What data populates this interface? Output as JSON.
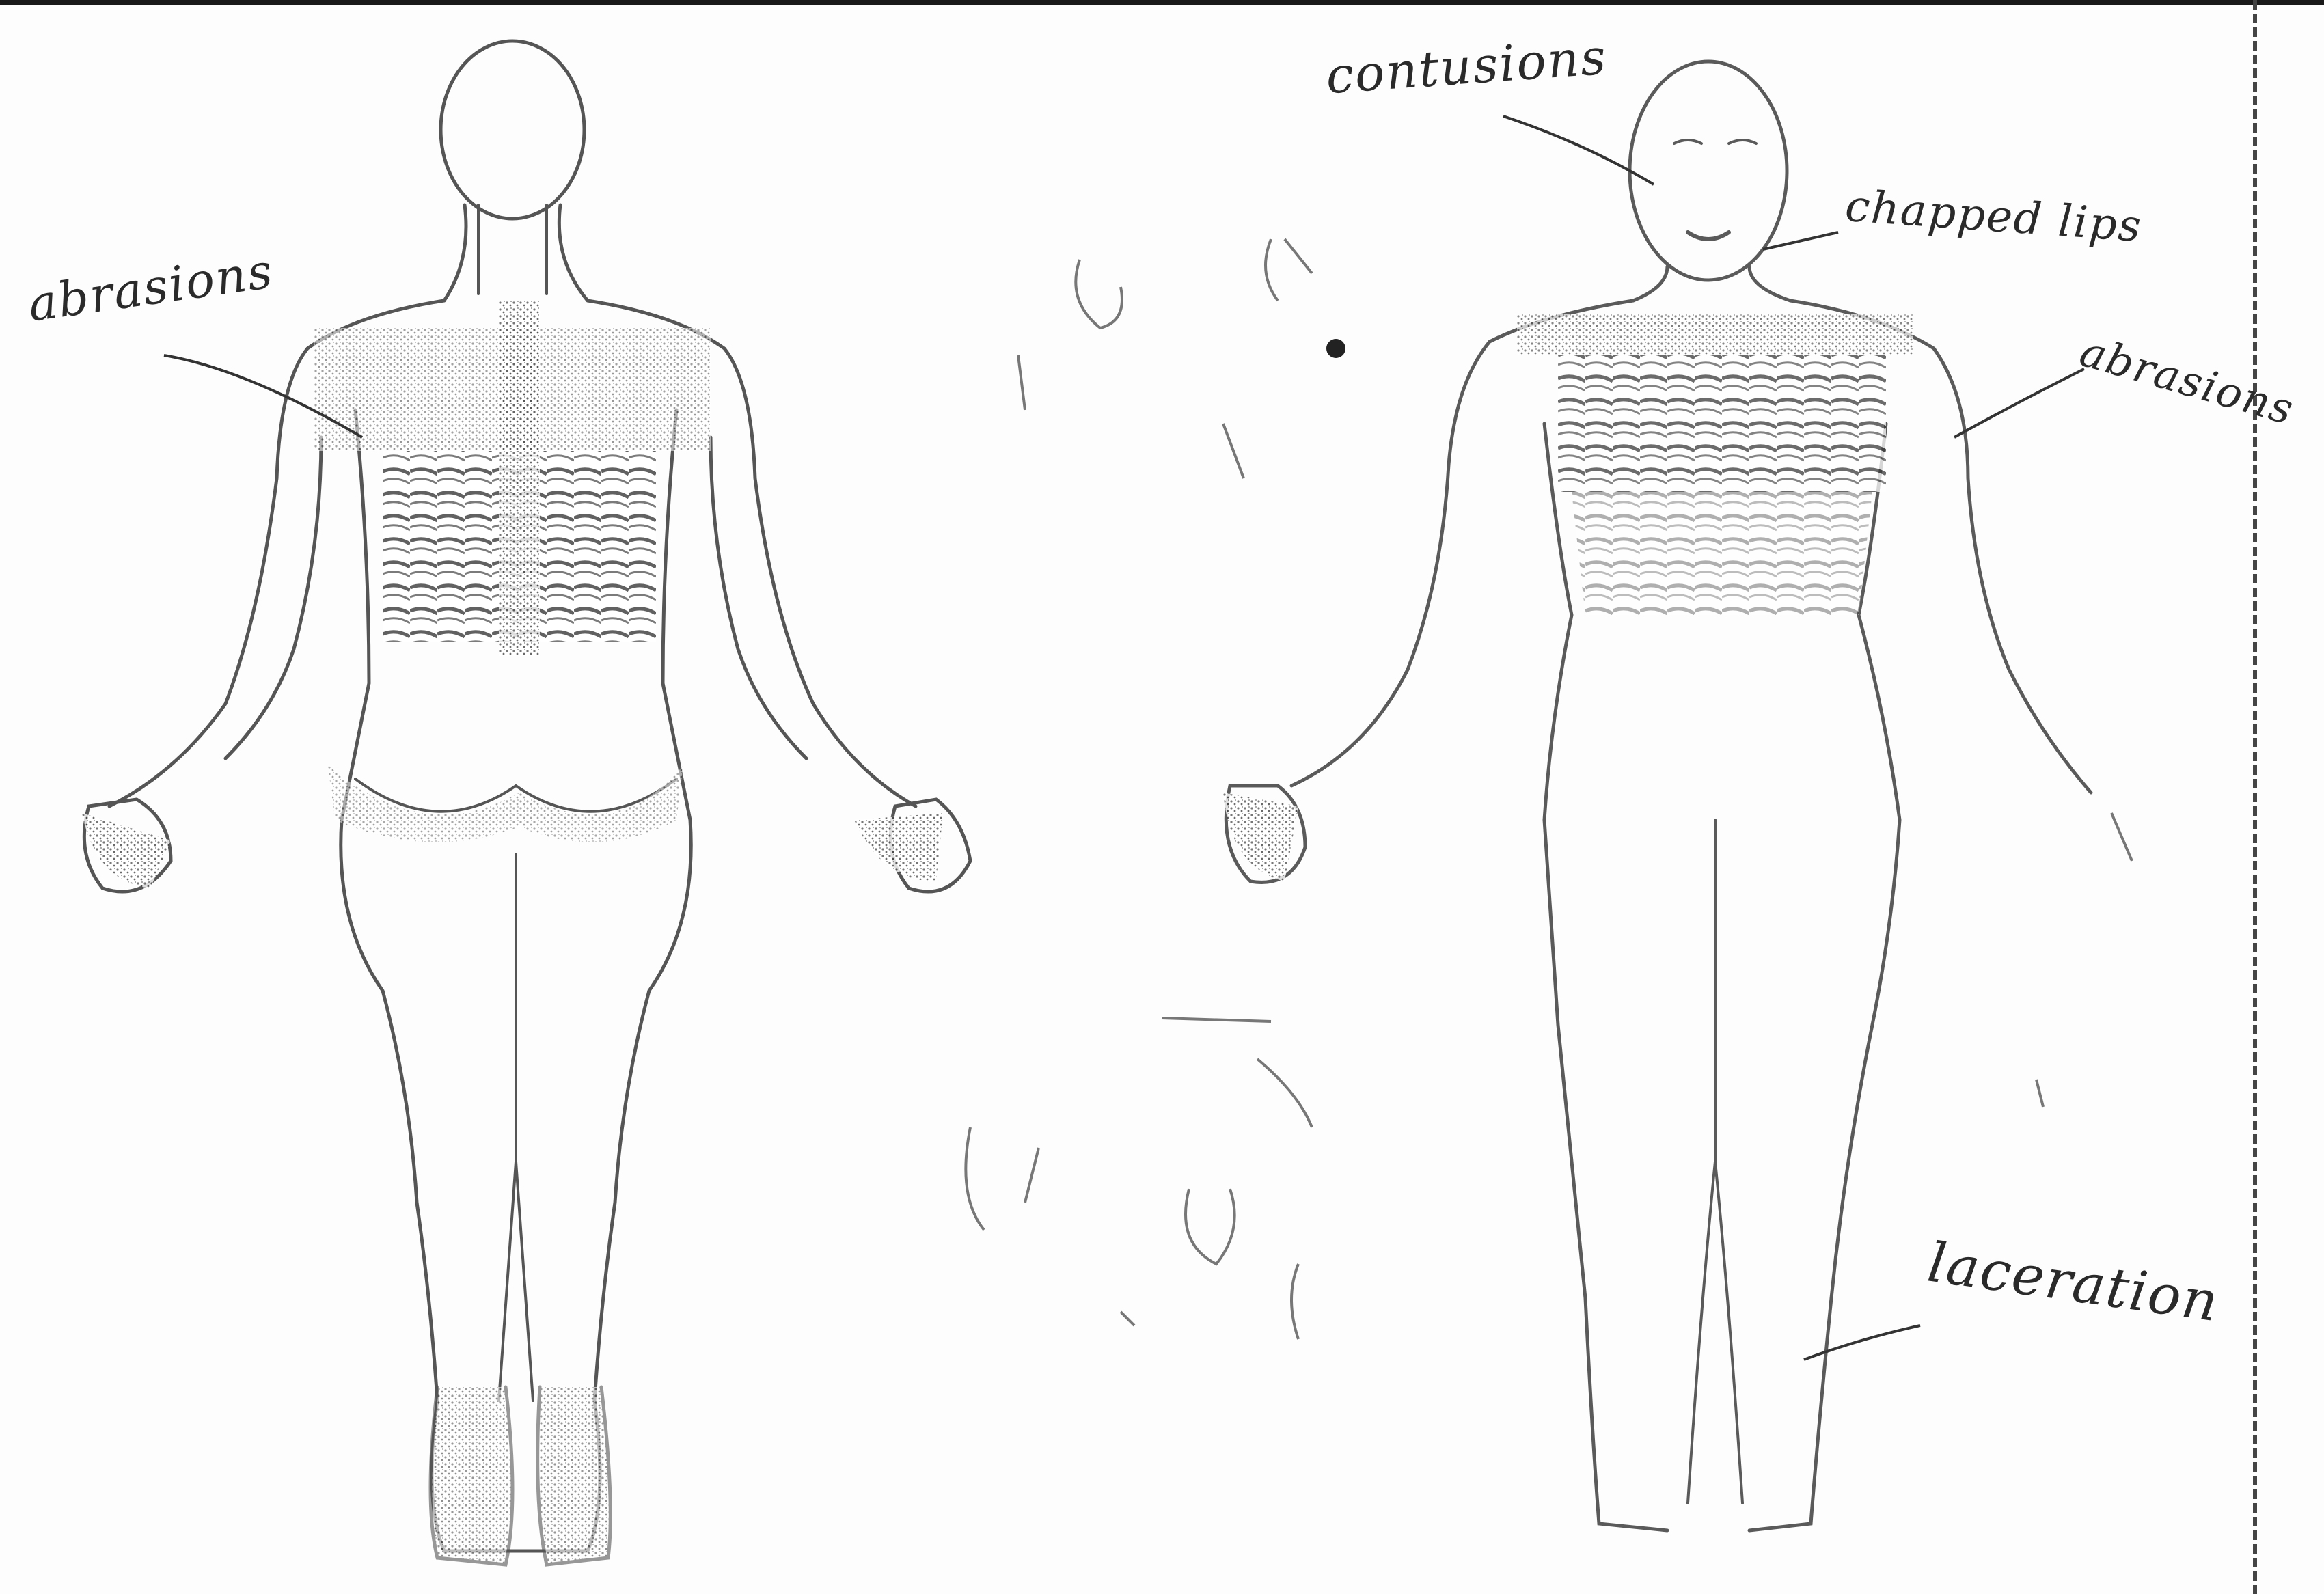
{
  "annotations": {
    "abrasions_back": "abrasions",
    "contusions": "contusions",
    "chapped_lips": "chapped lips",
    "abrasions_front": "abrasions",
    "laceration": "laceration"
  },
  "colors": {
    "ink": "#3a3a3a",
    "shading": "#6b6b6b",
    "paper": "#fdfdfd",
    "border": "#1a1a1a"
  }
}
